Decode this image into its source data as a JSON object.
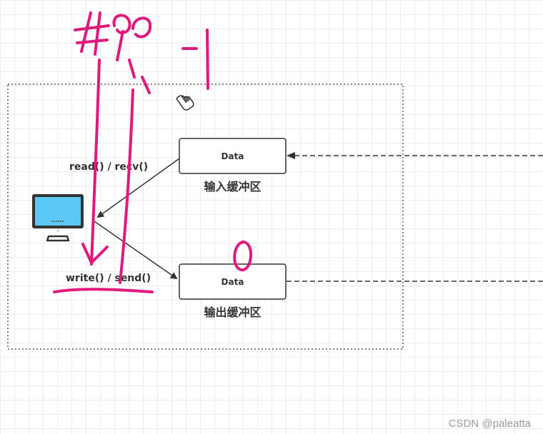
{
  "diagram": {
    "input_buffer": {
      "box_text": "Data",
      "caption": "输入缓冲区"
    },
    "output_buffer": {
      "box_text": "Data",
      "caption": "输出缓冲区"
    },
    "read_label": "read() / recv()",
    "write_label": "write() / send()",
    "computer_icon": "desktop-computer-icon"
  },
  "annotations": {
    "handwritten_top": "#F -1",
    "handwritten_zero": "0",
    "ink_color": "#e0197d"
  },
  "watermark": "CSDN @paleatta"
}
